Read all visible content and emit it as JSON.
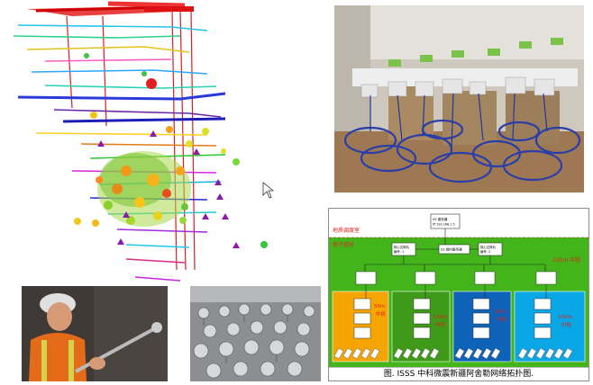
{
  "topology": {
    "server_box": {
      "line1": "SS 服务器",
      "line2": "IP:192.168.1.5"
    },
    "surface_label": "地质调度室",
    "underground_label": "地下部分",
    "switch_left": {
      "line1": "核心交换机",
      "line2": "编号: 1"
    },
    "switch_mid": "SS 授时服务器",
    "switch_right": {
      "line1": "核心交换机",
      "line2": "编号: 2"
    },
    "level_main": "150m 中段",
    "blocks": [
      {
        "color": "#f5a400",
        "level_main": "50m",
        "level_sub": "中段"
      },
      {
        "color": "#3f9a1a",
        "level_main": "150m",
        "level_sub": "中段"
      },
      {
        "color": "#0e63b8",
        "level_main": "50m",
        "level_sub": "中段"
      },
      {
        "color": "#0aa7e6",
        "level_main": "150m",
        "level_sub": "中段"
      }
    ],
    "caption": "图. ISSS 中科微震新疆阿舍勒网络拓扑图."
  },
  "colors": {
    "background": "#ffffff",
    "topo_green": "#43b51b",
    "topo_red_text": "#e0201c"
  }
}
